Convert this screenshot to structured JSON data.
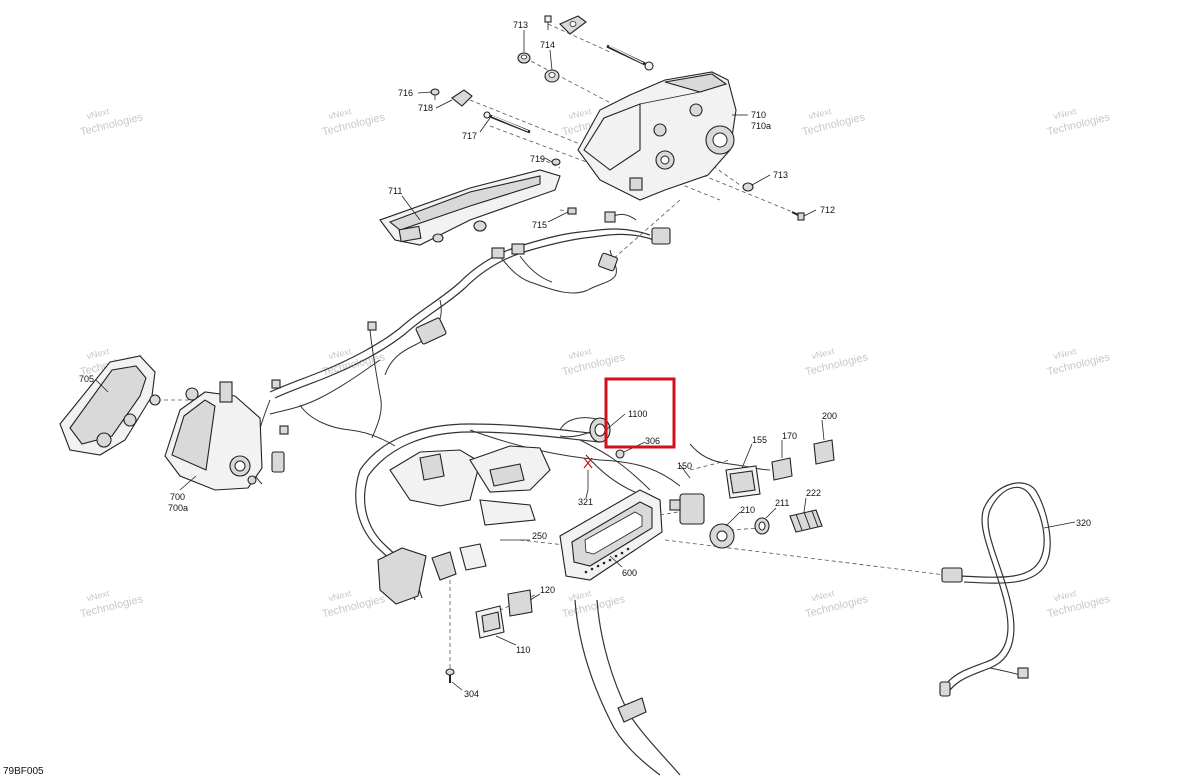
{
  "diagram": {
    "reference_code": "79BF005",
    "watermark": {
      "line1": "vNext",
      "line2": "Technologies"
    },
    "highlight": {
      "part": "1100",
      "color": "#d0111a"
    },
    "parts": {
      "p713a": "713",
      "p714": "714",
      "p716": "716",
      "p718": "718",
      "p717": "717",
      "p719": "719",
      "p710": "710",
      "p710a": "710a",
      "p713b": "713",
      "p712": "712",
      "p711": "711",
      "p715": "715",
      "p705": "705",
      "p700": "700",
      "p700a": "700a",
      "p1100": "1100",
      "p306": "306",
      "p150": "150",
      "p155": "155",
      "p170": "170",
      "p200": "200",
      "p321": "321",
      "p250": "250",
      "p210": "210",
      "p211": "211",
      "p222": "222",
      "p600": "600",
      "p320": "320",
      "p120": "120",
      "p110": "110",
      "p304": "304"
    }
  }
}
